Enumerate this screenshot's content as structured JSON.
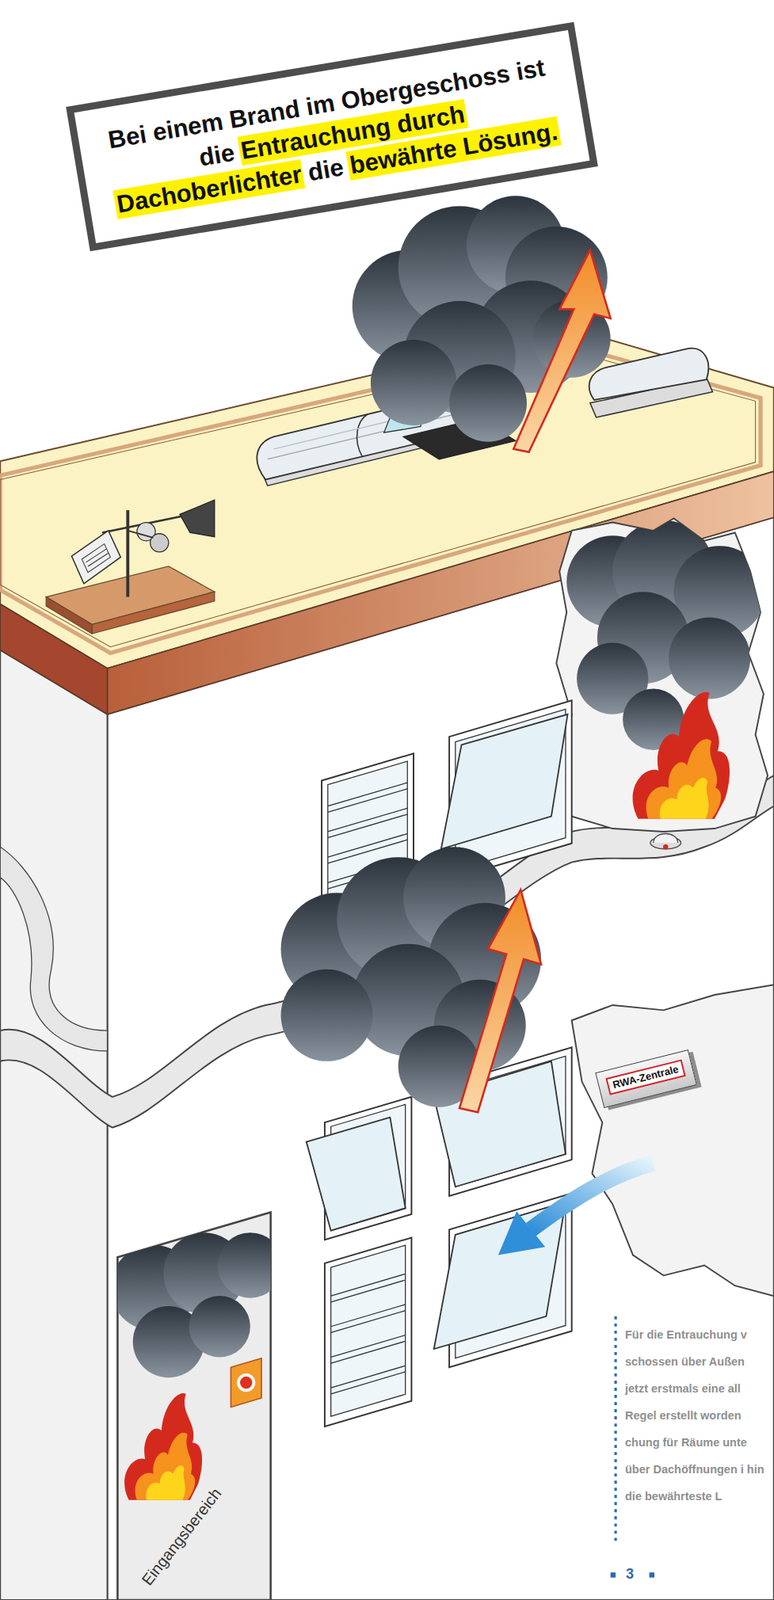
{
  "diagram": {
    "nodes": [
      {
        "text": [
          "Bei einem Brand im Obergeschoss ist die Entrauchung durch Dachoberlichter die bewährte Lösung."
        ]
      },
      {
        "text": [
          "RWA-Zentrale"
        ]
      }
    ],
    "labels": [
      "Eingangsbereich",
      "Für die Entrauchung v schossen über Außen jetzt erstmals eine all Regel erstellt worden chung für Räume unte über Dachöffnungen i hin die bewährteste L",
      "3"
    ]
  }
}
